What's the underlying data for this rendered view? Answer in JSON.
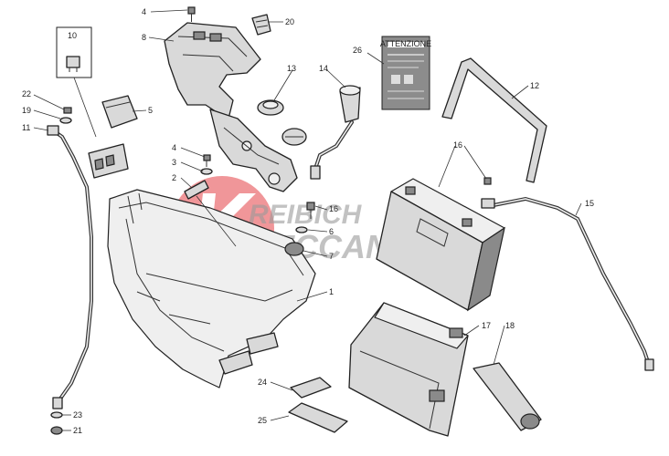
{
  "watermark": {
    "line1": "REIBICH",
    "line2": "MECCANICA",
    "logo_color": "#e0191f",
    "text_color": "#9a9a9a"
  },
  "callouts": [
    "1",
    "2",
    "3",
    "4",
    "5",
    "6",
    "7",
    "8",
    "10",
    "11",
    "12",
    "13",
    "14",
    "15",
    "16",
    "17",
    "18",
    "19",
    "20",
    "21",
    "22",
    "23",
    "24",
    "25",
    "26",
    "4",
    "3",
    "2",
    "16",
    "6",
    "7"
  ],
  "label_plate": {
    "text": "ATTENZIONE"
  }
}
